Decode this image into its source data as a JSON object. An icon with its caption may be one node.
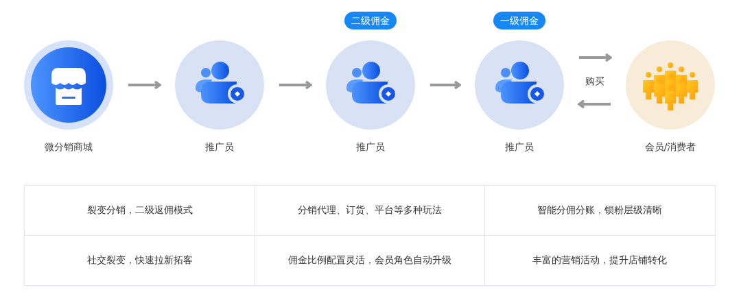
{
  "diagram": {
    "nodes": [
      {
        "text": [
          "微分销商城"
        ]
      },
      {
        "text": [
          "推广员"
        ]
      },
      {
        "text": [
          "推广员"
        ],
        "beside": [
          "二级佣金"
        ]
      },
      {
        "text": [
          "推广员"
        ],
        "beside": [
          "一级佣金"
        ]
      },
      {
        "text": [
          "会员/消费者"
        ]
      }
    ],
    "edges": [
      {
        "from": 0,
        "to": 1,
        "arrow": "to"
      },
      {
        "from": 1,
        "to": 2,
        "arrow": "to"
      },
      {
        "from": 2,
        "to": 3,
        "arrow": "to"
      },
      {
        "from": 3,
        "to": 4,
        "arrow": "to",
        "label": "购买"
      },
      {
        "from": 4,
        "to": 3,
        "arrow": "to"
      }
    ],
    "labels": [
      "裂变分销，二级返佣模式",
      "分销代理、订货、平台等多种玩法",
      "智能分佣分账，锁粉层级清晰",
      "社交裂变，快速拉新拓客",
      "佣金比例配置灵活，会员角色自动升级",
      "丰富的营销活动，提升店铺转化"
    ]
  }
}
